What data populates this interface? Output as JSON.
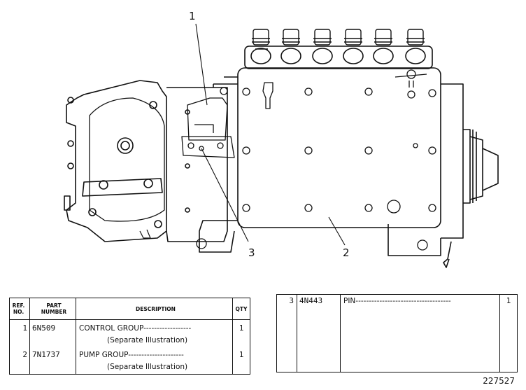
{
  "drawing": {
    "callouts": [
      "1",
      "2",
      "3"
    ]
  },
  "left_table": {
    "headers": {
      "ref_line1": "REF.",
      "ref_line2": "NO.",
      "part_line1": "PART",
      "part_line2": "NUMBER",
      "description": "DESCRIPTION",
      "qty": "QTY"
    },
    "rows": [
      {
        "ref": "1",
        "part": "6N509",
        "description": "CONTROL GROUP",
        "note": "(Separate Illustration)",
        "qty": "1"
      },
      {
        "ref": "2",
        "part": "7N1737",
        "description": "PUMP GROUP",
        "note": "(Separate Illustration)",
        "qty": "1"
      }
    ]
  },
  "right_table": {
    "rows": [
      {
        "ref": "3",
        "part": "4N443",
        "description": "PIN",
        "qty": "1"
      }
    ]
  },
  "illustration_number": "227527"
}
